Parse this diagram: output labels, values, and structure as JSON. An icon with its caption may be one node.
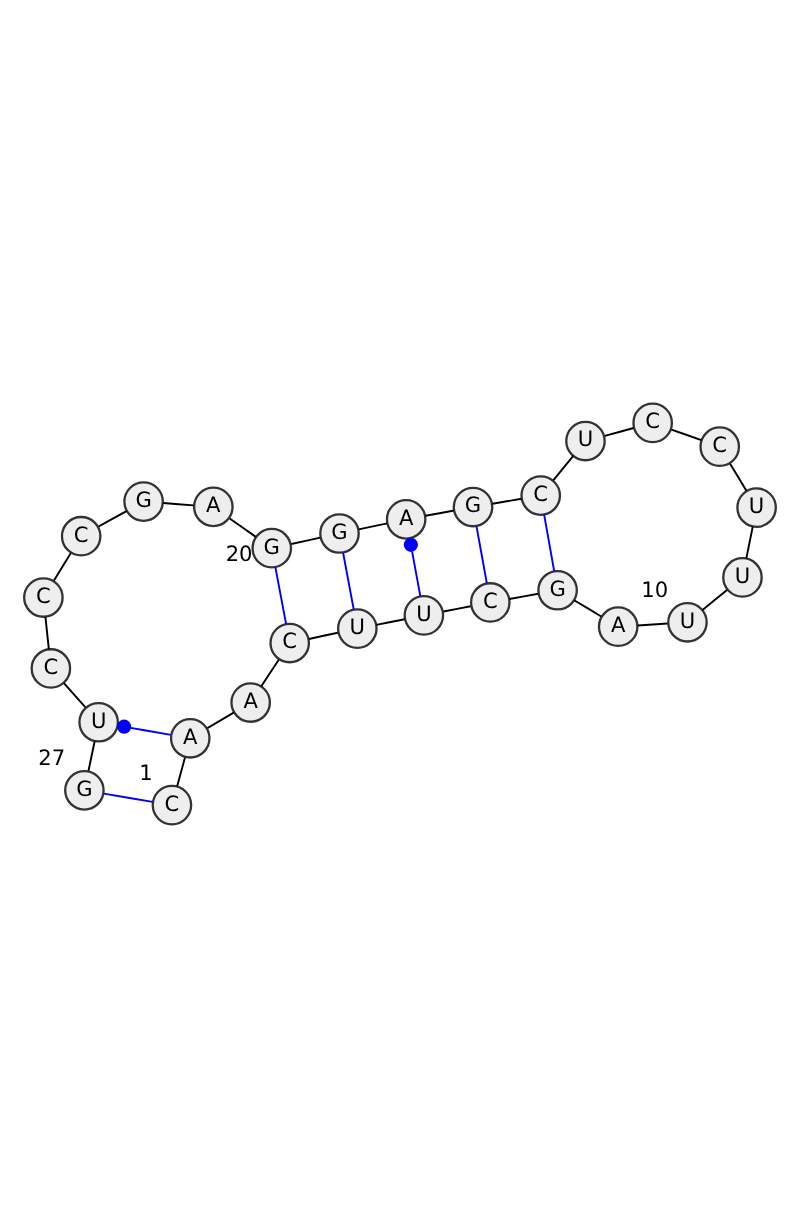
{
  "diagram": {
    "nodes": [
      {
        "text": [
          "C"
        ],
        "beside": [
          "1"
        ]
      },
      {
        "text": [
          "A"
        ]
      },
      {
        "text": [
          "A"
        ]
      },
      {
        "text": [
          "C"
        ]
      },
      {
        "text": [
          "U"
        ]
      },
      {
        "text": [
          "U"
        ]
      },
      {
        "text": [
          "C"
        ]
      },
      {
        "text": [
          "G"
        ]
      },
      {
        "text": [
          "A"
        ]
      },
      {
        "text": [
          "U"
        ],
        "beside": [
          "10"
        ]
      },
      {
        "text": [
          "U"
        ]
      },
      {
        "text": [
          "U"
        ]
      },
      {
        "text": [
          "C"
        ]
      },
      {
        "text": [
          "C"
        ]
      },
      {
        "text": [
          "U"
        ]
      },
      {
        "text": [
          "C"
        ]
      },
      {
        "text": [
          "G"
        ]
      },
      {
        "text": [
          "A"
        ]
      },
      {
        "text": [
          "G"
        ]
      },
      {
        "text": [
          "G"
        ],
        "beside": [
          "20"
        ]
      },
      {
        "text": [
          "A"
        ]
      },
      {
        "text": [
          "G"
        ]
      },
      {
        "text": [
          "C"
        ]
      },
      {
        "text": [
          "C"
        ]
      },
      {
        "text": [
          "C"
        ]
      },
      {
        "text": [
          "U"
        ]
      },
      {
        "text": [
          "G"
        ],
        "beside": [
          "27"
        ]
      }
    ],
    "edges": [
      {
        "from": 0,
        "to": 1,
        "arrow": "none"
      },
      {
        "from": 1,
        "to": 2,
        "arrow": "none"
      },
      {
        "from": 2,
        "to": 3,
        "arrow": "none"
      },
      {
        "from": 3,
        "to": 4,
        "arrow": "none"
      },
      {
        "from": 4,
        "to": 5,
        "arrow": "none"
      },
      {
        "from": 5,
        "to": 6,
        "arrow": "none"
      },
      {
        "from": 6,
        "to": 7,
        "arrow": "none"
      },
      {
        "from": 7,
        "to": 8,
        "arrow": "none"
      },
      {
        "from": 8,
        "to": 9,
        "arrow": "none"
      },
      {
        "from": 9,
        "to": 10,
        "arrow": "none"
      },
      {
        "from": 10,
        "to": 11,
        "arrow": "none"
      },
      {
        "from": 11,
        "to": 12,
        "arrow": "none"
      },
      {
        "from": 12,
        "to": 13,
        "arrow": "none"
      },
      {
        "from": 13,
        "to": 14,
        "arrow": "none"
      },
      {
        "from": 14,
        "to": 15,
        "arrow": "none"
      },
      {
        "from": 15,
        "to": 16,
        "arrow": "none"
      },
      {
        "from": 16,
        "to": 17,
        "arrow": "none"
      },
      {
        "from": 17,
        "to": 18,
        "arrow": "none"
      },
      {
        "from": 18,
        "to": 19,
        "arrow": "none"
      },
      {
        "from": 19,
        "to": 20,
        "arrow": "none"
      },
      {
        "from": 20,
        "to": 21,
        "arrow": "none"
      },
      {
        "from": 21,
        "to": 22,
        "arrow": "none"
      },
      {
        "from": 22,
        "to": 23,
        "arrow": "none"
      },
      {
        "from": 23,
        "to": 24,
        "arrow": "none"
      },
      {
        "from": 24,
        "to": 25,
        "arrow": "none"
      },
      {
        "from": 25,
        "to": 26,
        "arrow": "none"
      },
      {
        "from": 0,
        "to": 26,
        "arrow": "none",
        "color": "#0000ff"
      },
      {
        "from": 1,
        "to": 25,
        "arrow": "other",
        "color": "#0000ff"
      },
      {
        "from": 3,
        "to": 19,
        "arrow": "none",
        "color": "#0000ff"
      },
      {
        "from": 4,
        "to": 18,
        "arrow": "none",
        "color": "#0000ff"
      },
      {
        "from": 5,
        "to": 17,
        "arrow": "other",
        "color": "#0000ff"
      },
      {
        "from": 6,
        "to": 16,
        "arrow": "none",
        "color": "#0000ff"
      },
      {
        "from": 7,
        "to": 15,
        "arrow": "none",
        "color": "#0000ff"
      }
    ]
  }
}
